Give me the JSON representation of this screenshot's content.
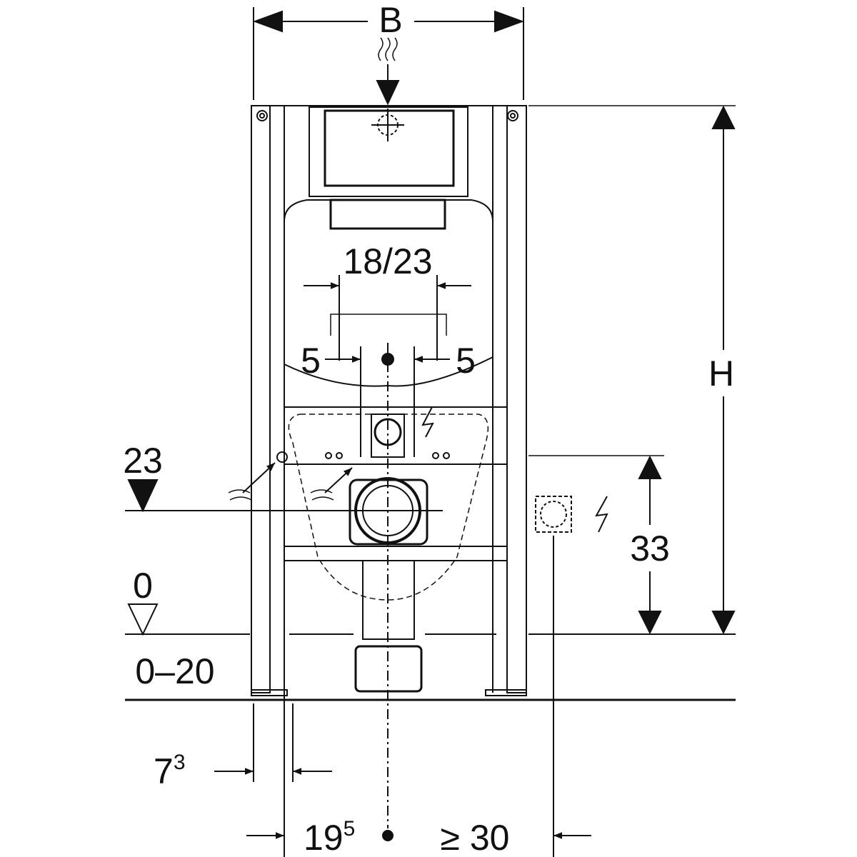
{
  "diagram": {
    "dimensions": {
      "width_label": "B",
      "height_label": "H",
      "flush_plate_span": "18/23",
      "offset_left": "5",
      "offset_right": "5",
      "drain_height": "23",
      "floor_level": "0",
      "floor_range": "0–20",
      "electrical_height": "33",
      "leg_offset_base": "7",
      "leg_offset_sup": "3",
      "axis_offset_base": "19",
      "axis_offset_sup": "5",
      "side_clearance": "≥ 30"
    },
    "colors": {
      "line": "#111111",
      "background": "#ffffff"
    }
  }
}
